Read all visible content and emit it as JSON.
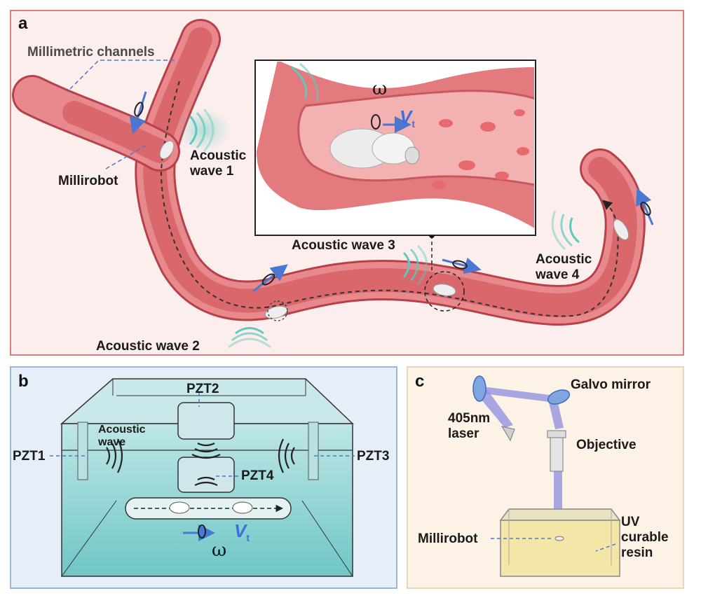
{
  "panel_a": {
    "letter": "a",
    "channels_label": "Millimetric channels",
    "millirobot_label": "Millirobot",
    "wave1_label": "Acoustic\nwave 1",
    "wave2_label": "Acoustic wave 2",
    "wave3_label": "Acoustic wave 3",
    "wave4_label": "Acoustic\nwave 4",
    "omega_symbol": "ω",
    "velocity_symbol": "V",
    "velocity_subscript": "t"
  },
  "panel_b": {
    "letter": "b",
    "pzt1_label": "PZT1",
    "pzt2_label": "PZT2",
    "pzt3_label": "PZT3",
    "pzt4_label": "PZT4",
    "wave_label": "Acoustic\nwave",
    "omega_symbol": "ω",
    "velocity_symbol": "V",
    "velocity_subscript": "t"
  },
  "panel_c": {
    "letter": "c",
    "galvo_label": "Galvo mirror",
    "laser_label": "405nm\nlaser",
    "objective_label": "Objective",
    "millirobot_label": "Millirobot",
    "resin_label": "UV\ncurable\nresin"
  },
  "colors": {
    "vessel": "#d9676b",
    "vessel_dark": "#b84048",
    "arrow_blue": "#4a77d1",
    "wave_teal": "#5fc9bd",
    "laser_violet": "#8e8ee0",
    "tank_cyan": "#7fcfd1",
    "resin_yellow": "#f3e6a6"
  }
}
